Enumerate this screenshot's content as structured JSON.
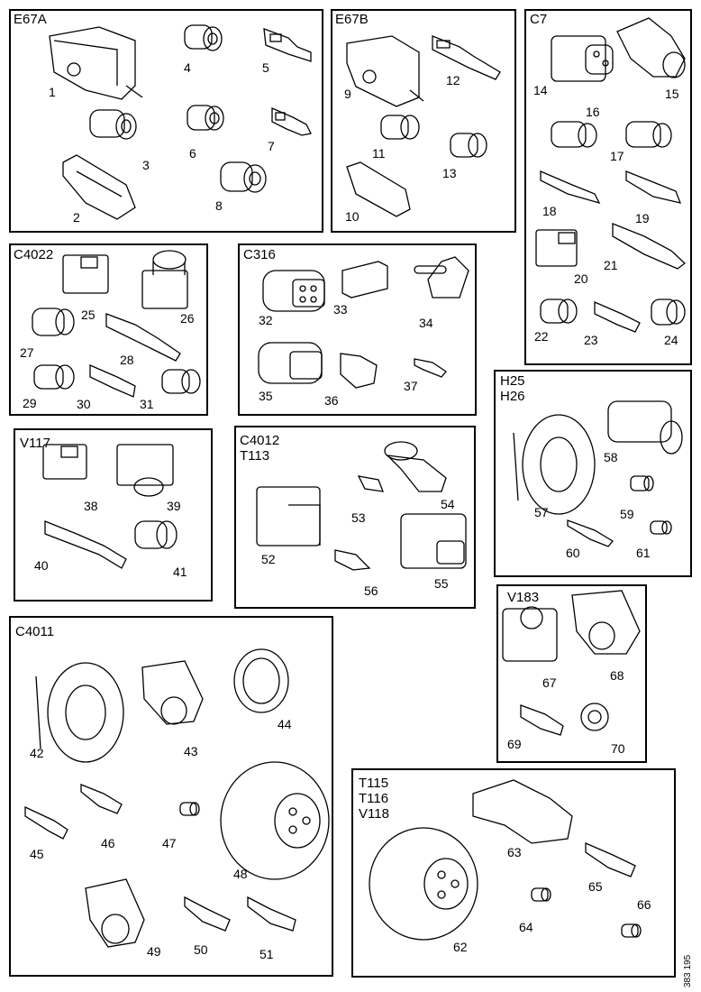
{
  "groups": {
    "e67a": {
      "title": "E67A"
    },
    "e67b": {
      "title": "E67B"
    },
    "c7": {
      "title": "C7"
    },
    "c4022": {
      "title": "C4022"
    },
    "c316": {
      "title": "C316"
    },
    "h25": {
      "title": "H25\nH26"
    },
    "v117": {
      "title": "V117"
    },
    "c4012": {
      "title": "C4012\nT113"
    },
    "v183": {
      "title": "V183"
    },
    "c4011": {
      "title": "C4011"
    },
    "t115": {
      "title": "T115\nT116\nV118"
    }
  },
  "part_numbers": [
    "1",
    "2",
    "3",
    "4",
    "5",
    "6",
    "7",
    "8",
    "9",
    "10",
    "11",
    "12",
    "13",
    "14",
    "15",
    "16",
    "17",
    "18",
    "19",
    "20",
    "21",
    "22",
    "23",
    "24",
    "25",
    "26",
    "27",
    "28",
    "29",
    "30",
    "31",
    "32",
    "33",
    "34",
    "35",
    "36",
    "37",
    "38",
    "39",
    "40",
    "41",
    "42",
    "43",
    "44",
    "45",
    "46",
    "47",
    "48",
    "49",
    "50",
    "51",
    "52",
    "53",
    "54",
    "55",
    "56",
    "57",
    "58",
    "59",
    "60",
    "61",
    "62",
    "63",
    "64",
    "65",
    "66",
    "67",
    "68",
    "69",
    "70"
  ],
  "document_id": "383 195"
}
